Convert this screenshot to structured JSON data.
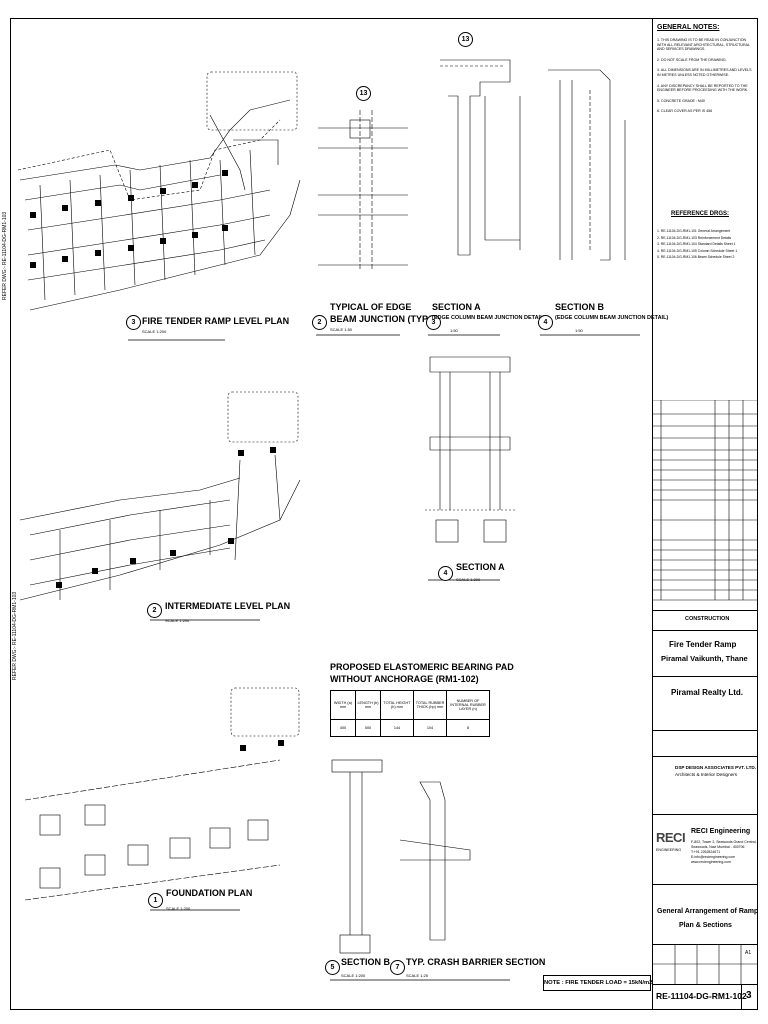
{
  "general_notes": {
    "heading": "GENERAL NOTES:",
    "items": [
      "1. THIS DRAWING IS TO BE READ IN CONJUNCTION WITH ALL RELEVANT ARCHITECTURAL, STRUCTURAL AND SERVICES DRAWINGS.",
      "2. DO NOT SCALE FROM THE DRAWING.",
      "3. ALL DIMENSIONS ARE IN MILLIMETRES AND LEVELS IN METRES UNLESS NOTED OTHERWISE.",
      "4. ANY DISCREPANCY SHALL BE REPORTED TO THE ENGINEER BEFORE PROCEEDING WITH THE WORK.",
      "5. CONCRETE GRADE : M40",
      "6. CLEAR COVER AS PER IS 456"
    ]
  },
  "reference_drgs": {
    "heading": "REFERENCE DRGS:",
    "items": [
      "1. RE-11104-DG-RM1-101  General Arrangement",
      "2. RE-11104-DG-RM1-103  Reinforcement Details",
      "3. RE-11104-DG-RM1-104  Standard Details Sheet 1",
      "4. RE-11104-DG-RM1-105  Column Schedule Sheet 1",
      "5. RE-11104-DG-RM1-106  Beam Schedule Sheet 2"
    ]
  },
  "views": {
    "fire_tender_plan": {
      "num": "3",
      "title": "FIRE TENDER RAMP LEVEL PLAN",
      "scale": "SCALE 1:200"
    },
    "edge_beam": {
      "num": "2",
      "title1": "TYPICAL OF EDGE",
      "title2": "BEAM JUNCTION (TYP.)",
      "scale": "SCALE 1:50",
      "bubble": "13"
    },
    "section_a_top": {
      "num": "3",
      "title1": "SECTION A",
      "title2": "(EDGE COLUMN BEAM JUNCTION DETAIL)",
      "scale": "1:50",
      "bubble": "13"
    },
    "section_b_top": {
      "num": "4",
      "title1": "SECTION B",
      "title2": "(EDGE COLUMN BEAM JUNCTION DETAIL)",
      "scale": "1:50"
    },
    "intermediate_plan": {
      "num": "2",
      "title": "INTERMEDIATE LEVEL PLAN",
      "scale": "SCALE 1:200"
    },
    "section_a_mid": {
      "num": "4",
      "title": "SECTION A",
      "scale": "SCALE 1:200"
    },
    "foundation_plan": {
      "num": "1",
      "title": "FOUNDATION PLAN",
      "scale": "SCALE 1:200"
    },
    "section_b_bottom": {
      "num": "5",
      "title": "SECTION B",
      "scale": "SCALE 1:200"
    },
    "crash_barrier": {
      "num": "7",
      "title": "TYP. CRASH BARRIER SECTION",
      "scale": "SCALE 1:25"
    }
  },
  "refer_dwg": "REFER DWG:- RE-11104-DG-RM1-103",
  "bearing_pad": {
    "title1": "PROPOSED ELASTOMERIC BEARING PAD",
    "title2": "WITHOUT ANCHORAGE (RM1-102)",
    "headers": [
      "WIDTH (a) mm",
      "LENGTH (b) mm",
      "TOTAL HEIGHT (h) mm",
      "TOTAL RUBBER THICK.(hp) mm",
      "NUMBER OF INTERNAL RUBBER LAYER (n)"
    ],
    "values": [
      "400",
      "500",
      "144",
      "104",
      "8"
    ]
  },
  "load_note": "NOTE : FIRE TENDER LOAD = 15kN/m2",
  "title_block": {
    "status": "CONSTRUCTION",
    "project_line1": "Fire Tender Ramp",
    "project_line2": "Piramal Vaikunth, Thane",
    "client": "Piramal Realty Ltd.",
    "architect_name": "DSP DESIGN ASSOCIATES PVT. LTD.",
    "architect_sub": "Architects & Interior Designers",
    "consultant_logo": "RECI",
    "consultant_logo_sub": "ENGINEERING",
    "consultant_name": "RECI Engineering",
    "consultant_addr1": "F-802, Tower 2, Seawoods Grand Central,",
    "consultant_addr2": "Seawoods, Navi Mumbai - 400706",
    "consultant_tel": "T:+91 2262824671",
    "consultant_email": "E:info@reciengineering.com",
    "consultant_web": "www.reciengineering.com",
    "drawing_title1": "General Arrangement of Ramp",
    "drawing_title2": "Plan & Sections",
    "drawing_no": "RE-11104-DG-RM1-102",
    "revision": "3",
    "size": "A1"
  }
}
